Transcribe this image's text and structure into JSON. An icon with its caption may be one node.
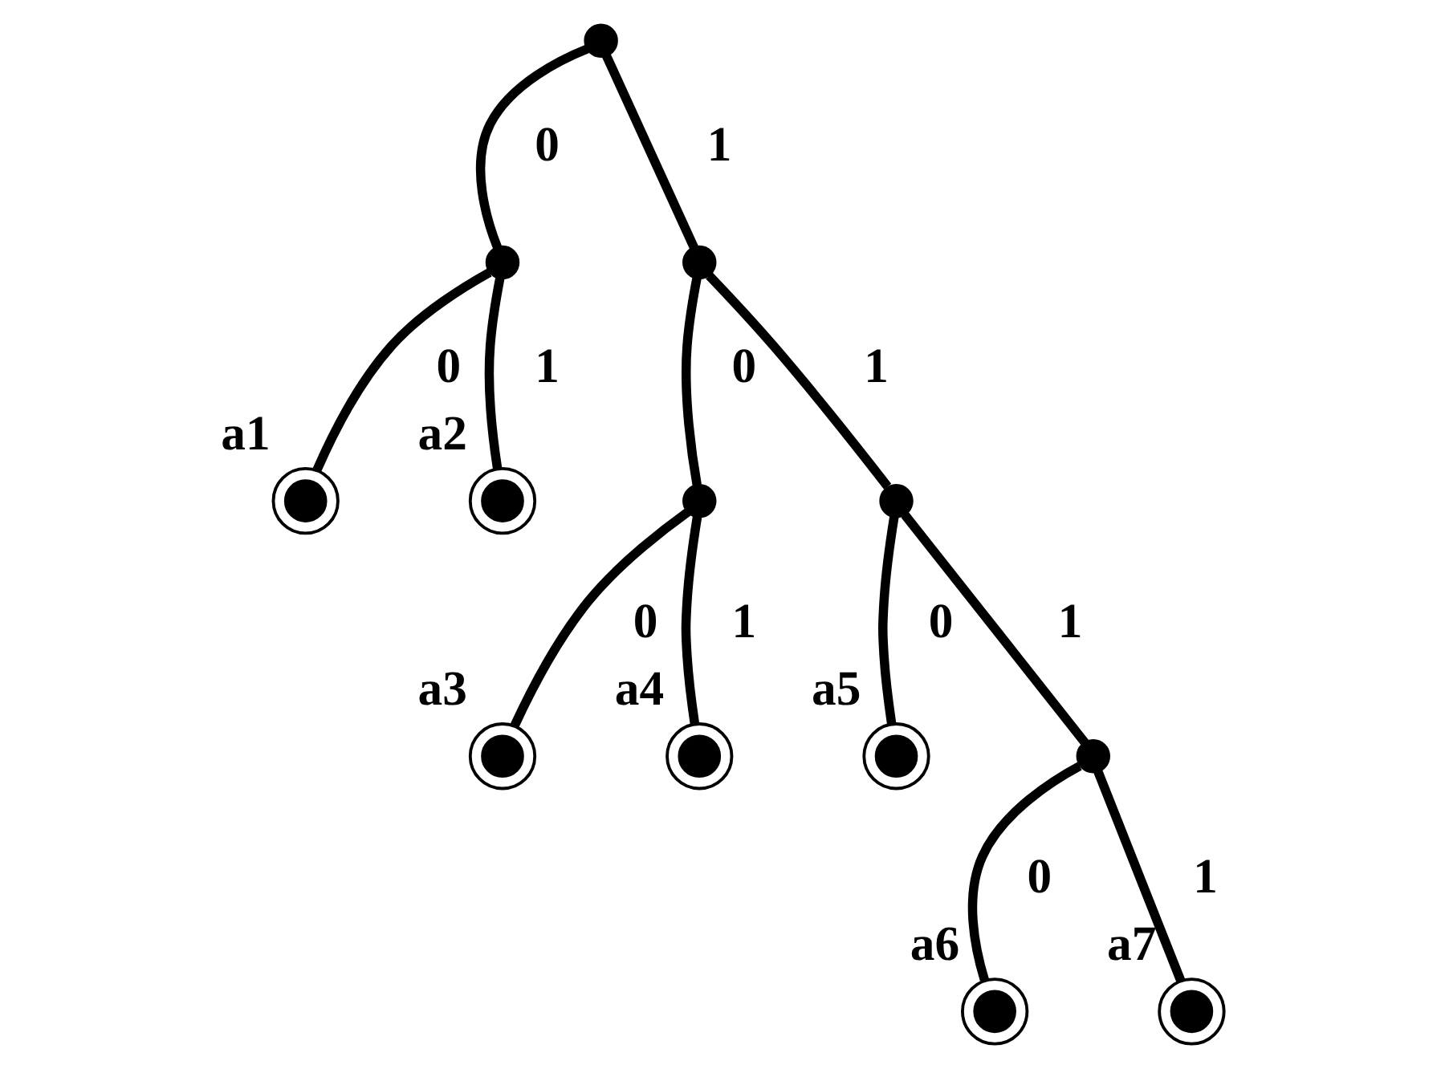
{
  "diagram": {
    "nodes": [
      {
        "text": [],
        "shape": "dot"
      },
      {
        "text": [],
        "shape": "dot"
      },
      {
        "text": [],
        "shape": "dot"
      },
      {
        "text": [],
        "shape": "circle",
        "beside": [
          "a1"
        ]
      },
      {
        "text": [],
        "shape": "circle",
        "beside": [
          "a2"
        ]
      },
      {
        "text": [],
        "shape": "dot"
      },
      {
        "text": [],
        "shape": "dot"
      },
      {
        "text": [],
        "shape": "circle",
        "beside": [
          "a3"
        ]
      },
      {
        "text": [],
        "shape": "circle",
        "beside": [
          "a4"
        ]
      },
      {
        "text": [],
        "shape": "circle",
        "beside": [
          "a5"
        ]
      },
      {
        "text": [],
        "shape": "dot"
      },
      {
        "text": [],
        "shape": "circle",
        "beside": [
          "a6"
        ]
      },
      {
        "text": [],
        "shape": "circle",
        "beside": [
          "a7"
        ]
      }
    ],
    "edges": [
      {
        "from": 0,
        "to": 1,
        "arrow": "none",
        "label": "0"
      },
      {
        "from": 0,
        "to": 2,
        "arrow": "none",
        "label": "1"
      },
      {
        "from": 1,
        "to": 3,
        "arrow": "none",
        "label": "0"
      },
      {
        "from": 1,
        "to": 4,
        "arrow": "none",
        "label": "1"
      },
      {
        "from": 2,
        "to": 5,
        "arrow": "none",
        "label": "0"
      },
      {
        "from": 2,
        "to": 6,
        "arrow": "none",
        "label": "1"
      },
      {
        "from": 5,
        "to": 7,
        "arrow": "none",
        "label": "0"
      },
      {
        "from": 5,
        "to": 8,
        "arrow": "none",
        "label": "1"
      },
      {
        "from": 6,
        "to": 9,
        "arrow": "none",
        "label": "0"
      },
      {
        "from": 6,
        "to": 10,
        "arrow": "none",
        "label": "1"
      },
      {
        "from": 10,
        "to": 11,
        "arrow": "none",
        "label": "0"
      },
      {
        "from": 10,
        "to": 12,
        "arrow": "none",
        "label": "1"
      }
    ]
  }
}
